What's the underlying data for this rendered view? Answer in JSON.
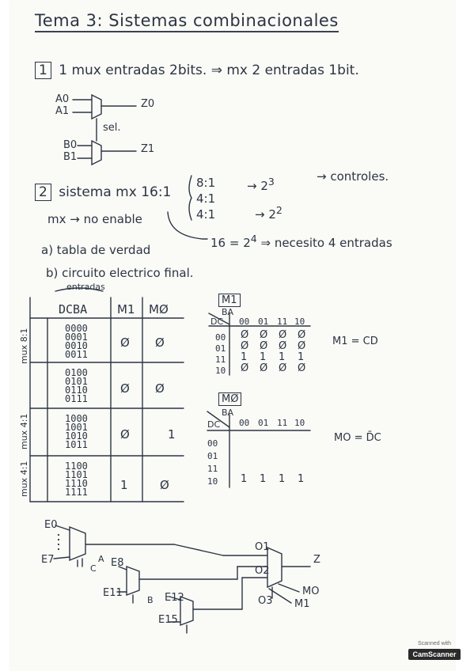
{
  "title": "Tema 3: Sistemas combinacionales",
  "exercise1": {
    "number": "1",
    "statement": "1 mux entradas 2bits. ⇒ mx 2 entradas 1bit.",
    "inputs_top": [
      "A0",
      "A1"
    ],
    "inputs_bottom": [
      "B0",
      "B1"
    ],
    "select_label": "sel.",
    "outputs": [
      "Z0",
      "Z1"
    ]
  },
  "exercise2": {
    "number": "2",
    "statement": "sistema mx 16:1",
    "breakdown": [
      "8:1",
      "4:1",
      "4:1"
    ],
    "controls_a": "2",
    "controls_a_exp": "3",
    "controls_label": "controles.",
    "controls_b": "2",
    "controls_b_exp": "2",
    "no_enable": "mx → no enable",
    "needs": "16 = 2",
    "needs_exp": "4",
    "needs_text": "⇒ necesito 4 entradas",
    "item_a": "a) tabla de verdad",
    "item_b": "b) circuito electrico final.",
    "table_label": "entradas",
    "table": {
      "headers": [
        "DCBA",
        "M1",
        "MØ"
      ],
      "groups": [
        {
          "side": "mux 8:1",
          "rows": [
            "0000",
            "0001",
            "0010",
            "0011"
          ],
          "m1": "Ø",
          "m0": "Ø"
        },
        {
          "side": "",
          "rows": [
            "0100",
            "0101",
            "0110",
            "0111"
          ],
          "m1": "Ø",
          "m0": "Ø"
        },
        {
          "side": "mux 4:1",
          "rows": [
            "1000",
            "1001",
            "1010",
            "1011"
          ],
          "m1": "Ø",
          "m0": "1"
        },
        {
          "side": "mux 4:1",
          "rows": [
            "1100",
            "1101",
            "1110",
            "1111"
          ],
          "m1": "1",
          "m0": "Ø"
        }
      ]
    },
    "kmap1": {
      "label": "M1",
      "col_var": "BA",
      "row_var": "DC",
      "cols": [
        "00",
        "01",
        "11",
        "10"
      ],
      "rows": [
        "00",
        "01",
        "11",
        "10"
      ],
      "values": [
        [
          "Ø",
          "Ø",
          "Ø",
          "Ø"
        ],
        [
          "Ø",
          "Ø",
          "Ø",
          "Ø"
        ],
        [
          "1",
          "1",
          "1",
          "1"
        ],
        [
          "Ø",
          "Ø",
          "Ø",
          "Ø"
        ]
      ],
      "result": "M1 = CD"
    },
    "kmap0": {
      "label": "MØ",
      "col_var": "BA",
      "row_var": "DC",
      "cols": [
        "00",
        "01",
        "11",
        "10"
      ],
      "rows": [
        "00",
        "01",
        "11",
        "10"
      ],
      "values": [
        [
          "",
          "",
          "",
          ""
        ],
        [
          "",
          "",
          "",
          ""
        ],
        [
          "",
          "",
          "",
          ""
        ],
        [
          "1",
          "1",
          "1",
          "1"
        ]
      ],
      "result": "MO = D̄C"
    },
    "circuit": {
      "labels": [
        "E0",
        "E7",
        "E8",
        "E11",
        "E12",
        "E15",
        "C",
        "B",
        "A",
        "O1",
        "O2",
        "O3",
        "Z",
        "MO",
        "M1"
      ]
    }
  },
  "scanner": {
    "top": "Scanned with",
    "brand": "CamScanner"
  }
}
